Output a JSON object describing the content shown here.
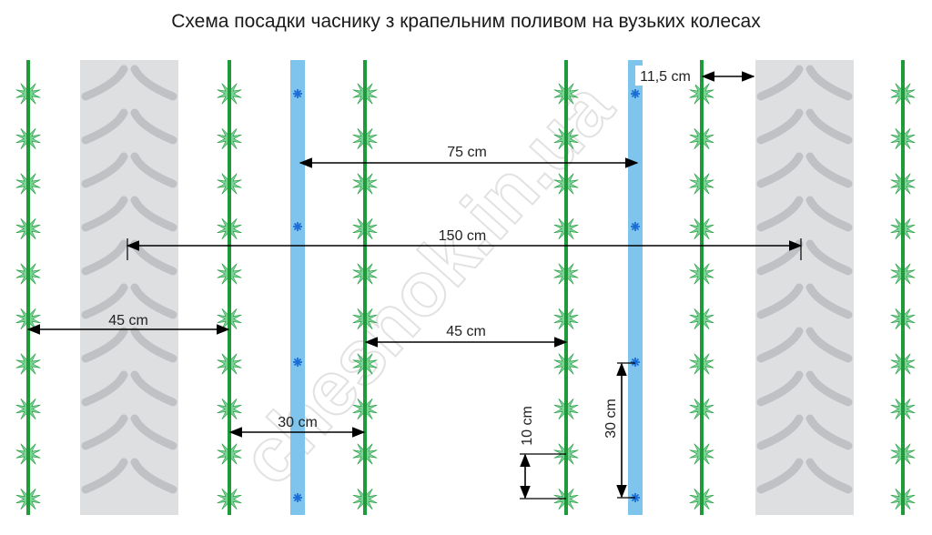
{
  "title": "Схема посадки часнику з крапельним поливом на вузьких колесах",
  "watermark": "chesnok.in.ua",
  "colors": {
    "plant_line": "#1f9a3a",
    "plant_leaf": "#7fd39a",
    "drip_tape": "#7ec4ec",
    "emitter": "#1c6ed6",
    "tire": "#dedfe1",
    "tread": "#bfc1c4",
    "dimension": "#000000"
  },
  "dimensions": {
    "tape_spacing": "75 cm",
    "wheel_track": "150 cm",
    "row_to_wheel_row": "45 cm",
    "row_to_row_45": "45 cm",
    "row_to_tape": "30 cm",
    "plant_spacing": "10 cm",
    "emitter_spacing": "30 cm",
    "tape_to_row": "11,5 cm"
  }
}
